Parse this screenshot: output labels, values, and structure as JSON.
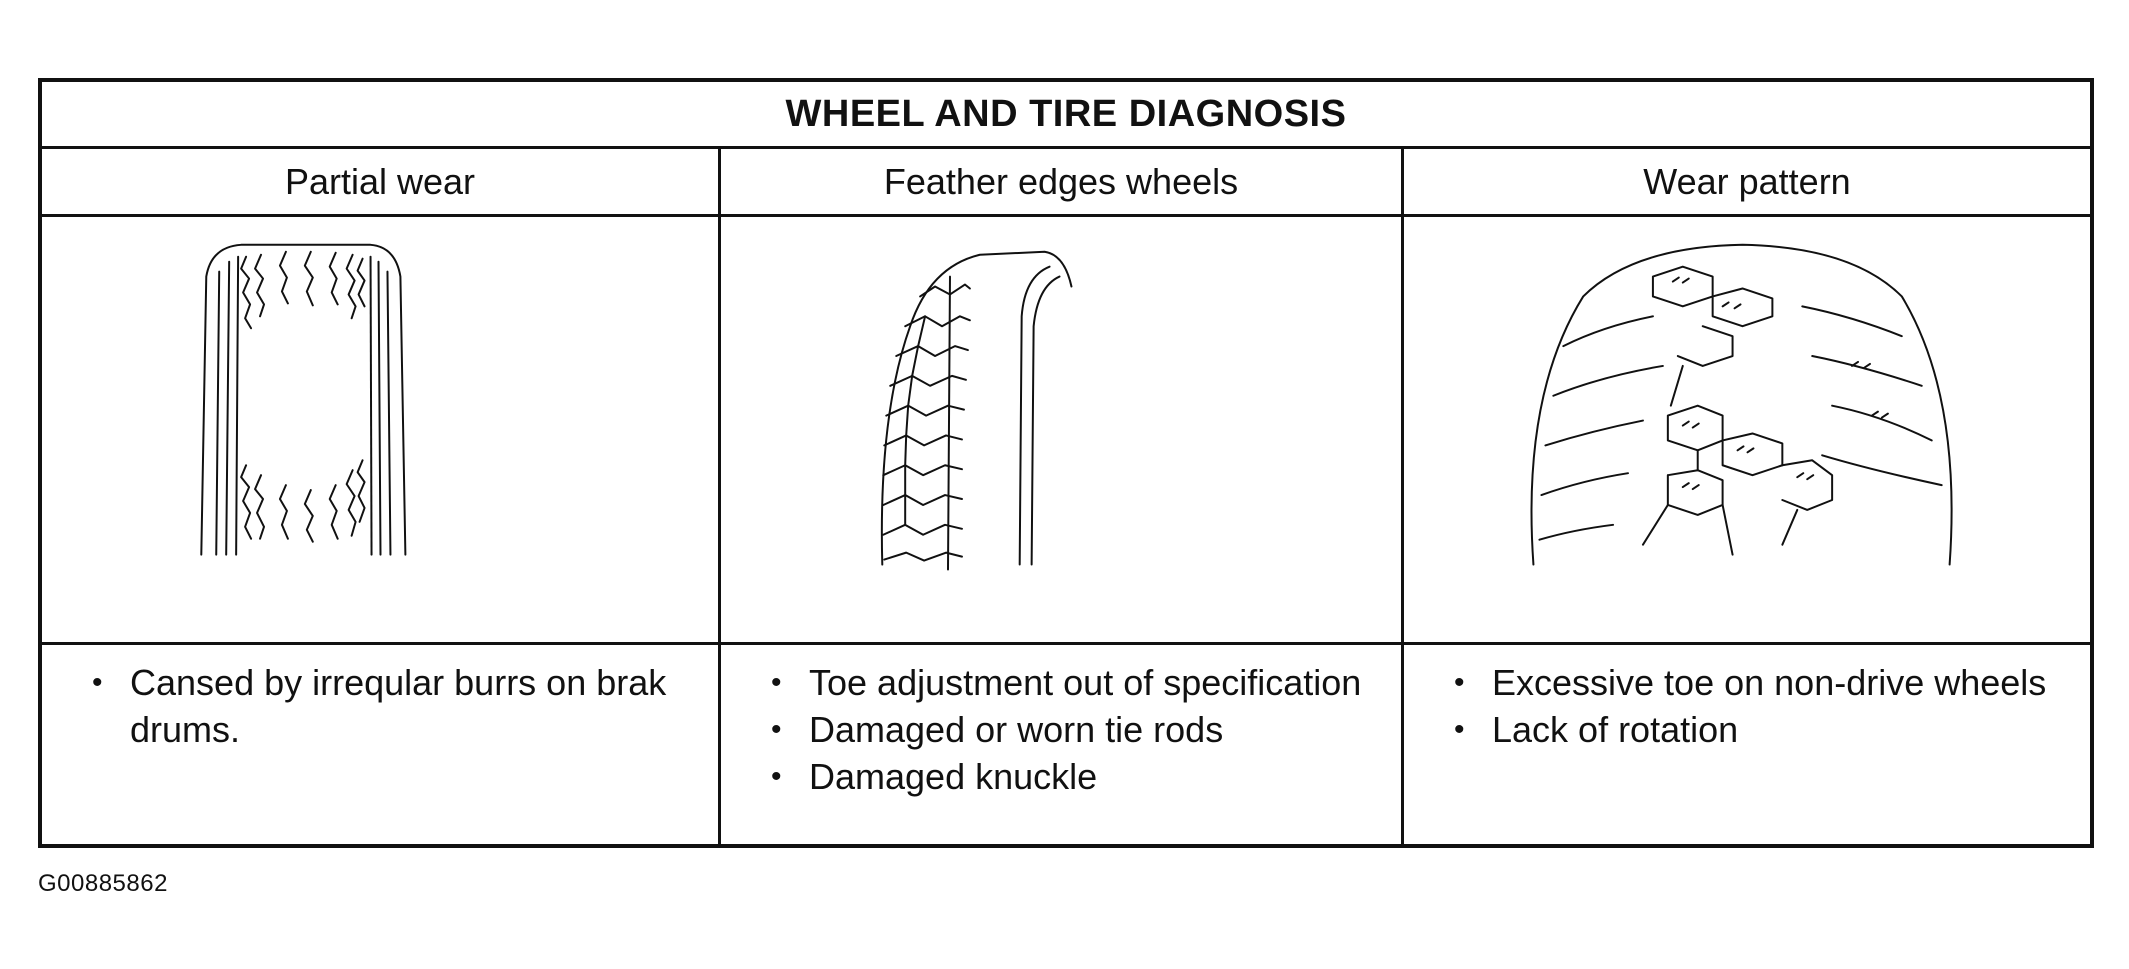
{
  "title": "WHEEL AND TIRE DIAGNOSIS",
  "columns": [
    {
      "header": "Partial wear",
      "figure_icon": "partial-wear-tire-icon",
      "notes": [
        "Cansed by irreqular burrs on brak drums."
      ]
    },
    {
      "header": "Feather edges wheels",
      "figure_icon": "feather-edge-tire-icon",
      "notes": [
        "Toe adjustment out of specification",
        "Damaged or worn tie rods",
        "Damaged knuckle"
      ]
    },
    {
      "header": "Wear pattern",
      "figure_icon": "wear-pattern-tire-icon",
      "notes": [
        "Excessive toe on non-drive wheels",
        "Lack of rotation"
      ]
    }
  ],
  "figure_code": "G00885862"
}
